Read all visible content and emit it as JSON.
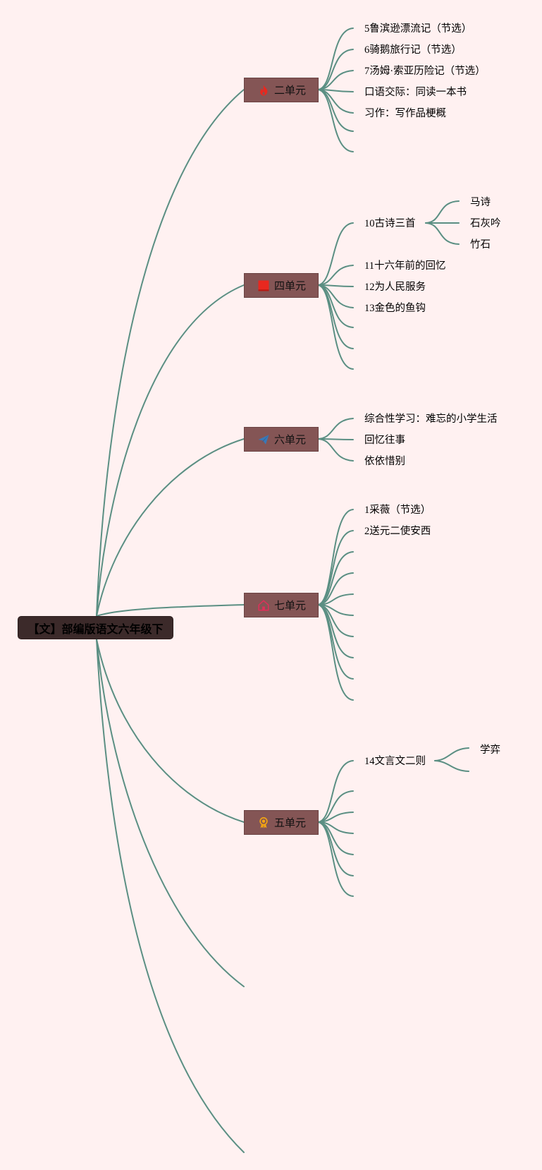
{
  "root": {
    "label": "【文】部编版语文六年级下"
  },
  "units": [
    {
      "label": "二单元",
      "icon": "fire-icon",
      "topics": [
        "5鲁滨逊漂流记（节选）",
        "6骑鹅旅行记（节选）",
        "7汤姆·索亚历险记（节选）",
        "口语交际：同读一本书",
        "习作：写作品梗概"
      ]
    },
    {
      "label": "四单元",
      "icon": "red-flag-icon",
      "topics": [
        {
          "label": "10古诗三首",
          "children": [
            "马诗",
            "石灰吟",
            "竹石"
          ]
        },
        "11十六年前的回忆",
        "12为人民服务",
        "13金色的鱼钩"
      ]
    },
    {
      "label": "六单元",
      "icon": "paper-plane-icon",
      "topics": [
        "综合性学习：难忘的小学生活",
        "回忆往事",
        "依依惜别"
      ]
    },
    {
      "label": "七单元",
      "icon": "house-icon",
      "topics": [
        "1采薇（节选）",
        "2送元二使安西"
      ]
    },
    {
      "label": "五单元",
      "icon": "award-badge-icon",
      "topics": [
        {
          "label": "14文言文二则",
          "children": [
            "学弈"
          ]
        }
      ]
    }
  ],
  "colors": {
    "background": "#FFF1F1",
    "edge": "#5B8F83",
    "root_fill": "#3C2A2A",
    "unit_fill": "#845555"
  }
}
